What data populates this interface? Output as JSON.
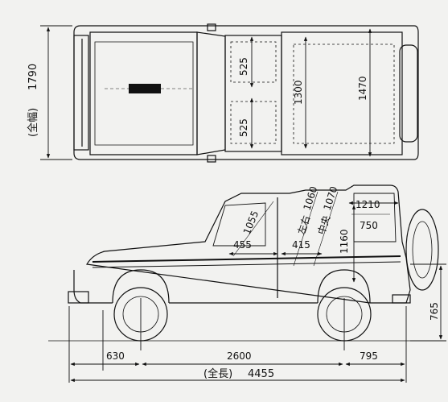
{
  "top_view": {
    "overall_width": {
      "label": "(全幅)",
      "value": "1790"
    },
    "seat_width_front": "525",
    "seat_width_rear": "525",
    "track_front": "1300",
    "track_rear": "1470"
  },
  "side_view": {
    "headroom_front": "1055",
    "headroom_rear": "1060",
    "headroom_rear_label": "左右",
    "headroom_center": "1070",
    "headroom_center_label": "中央",
    "rear_length": "1210",
    "rear_height": "750",
    "front_seat_depth": "455",
    "rear_seat_gap": "415",
    "rear_compartment_height": "1160",
    "front_overhang": "630",
    "wheelbase": "2600",
    "rear_overhang": "795",
    "overall_height_part": "765",
    "overall_length": {
      "label": "(全長)",
      "value": "4455"
    }
  }
}
